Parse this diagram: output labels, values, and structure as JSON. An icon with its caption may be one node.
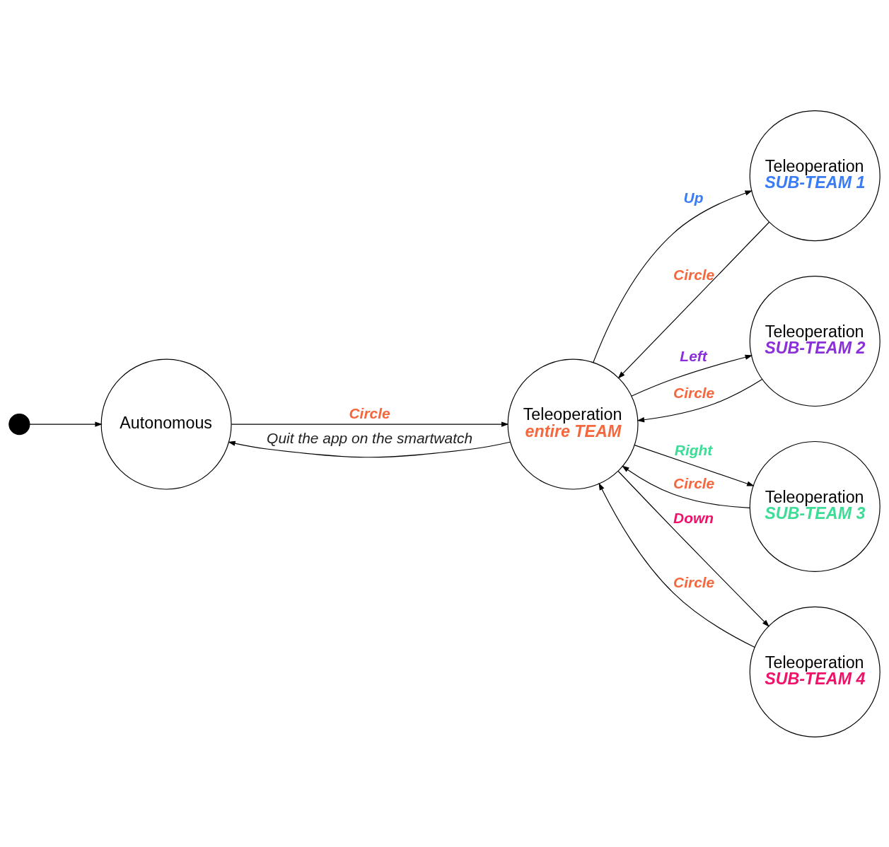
{
  "diagram": {
    "nodes": [
      {
        "text": [],
        "shape": "circle"
      },
      {
        "text": [
          "Autonomous"
        ]
      },
      {
        "text": [
          "Teleoperation",
          "entire TEAM"
        ]
      },
      {
        "text": [
          "Teleoperation",
          "SUB-TEAM 1"
        ]
      },
      {
        "text": [
          "Teleoperation",
          "SUB-TEAM 2"
        ]
      },
      {
        "text": [
          "Teleoperation",
          "SUB-TEAM 3"
        ]
      },
      {
        "text": [
          "Teleoperation",
          "SUB-TEAM 4"
        ]
      }
    ],
    "edges": [
      {
        "from": 0,
        "to": 1,
        "arrow": "to"
      },
      {
        "from": 1,
        "to": 2,
        "arrow": "to",
        "label": "Circle"
      },
      {
        "from": 2,
        "to": 1,
        "arrow": "to",
        "label": "Quit the app on the smartwatch"
      },
      {
        "from": 2,
        "to": 3,
        "arrow": "to",
        "label": "Up"
      },
      {
        "from": 3,
        "to": 2,
        "arrow": "to",
        "label": "Circle"
      },
      {
        "from": 2,
        "to": 4,
        "arrow": "to",
        "label": "Left"
      },
      {
        "from": 4,
        "to": 2,
        "arrow": "to",
        "label": "Circle"
      },
      {
        "from": 2,
        "to": 5,
        "arrow": "to",
        "label": "Right"
      },
      {
        "from": 5,
        "to": 2,
        "arrow": "to",
        "label": "Circle"
      },
      {
        "from": 2,
        "to": 6,
        "arrow": "to",
        "label": "Down"
      },
      {
        "from": 6,
        "to": 2,
        "arrow": "to",
        "label": "Circle"
      }
    ]
  }
}
